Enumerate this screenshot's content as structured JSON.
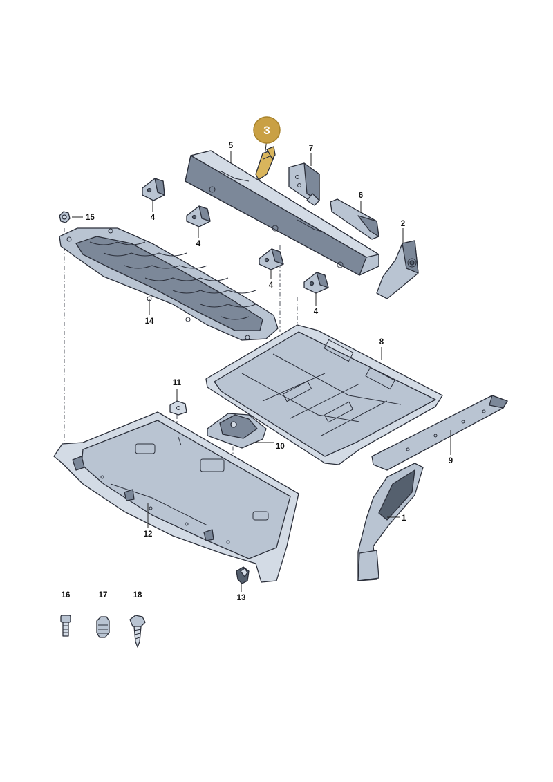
{
  "diagram": {
    "highlight_color": "#c9a044",
    "part_color": "#b9c4d2",
    "callouts": {
      "c1": "1",
      "c2": "2",
      "c3": "3",
      "c4a": "4",
      "c4b": "4",
      "c4c": "4",
      "c4d": "4",
      "c5": "5",
      "c6": "6",
      "c7": "7",
      "c8": "8",
      "c9": "9",
      "c10": "10",
      "c11": "11",
      "c12": "12",
      "c13": "13",
      "c14": "14",
      "c15": "15",
      "c16": "16",
      "c17": "17",
      "c18": "18"
    }
  }
}
